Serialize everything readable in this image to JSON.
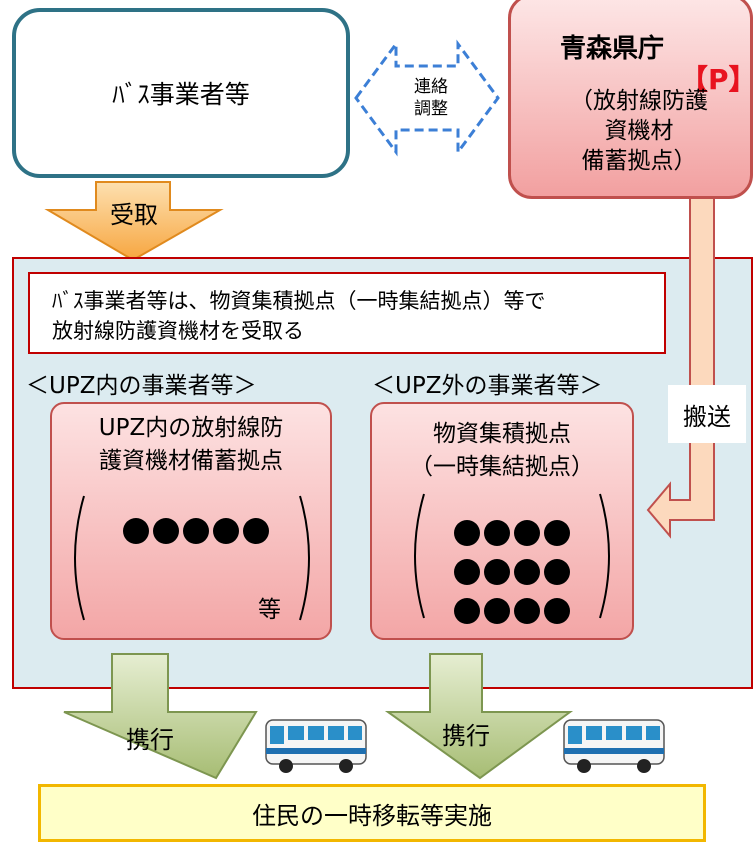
{
  "bus_operator": {
    "label": "ﾊﾞｽ事業者等"
  },
  "prefecture": {
    "title": "青森県庁",
    "badge": "【P】",
    "line1": "（放射線防護",
    "line2": "資機材",
    "line3": "備蓄拠点）"
  },
  "liaison": {
    "line1": "連絡",
    "line2": "調整"
  },
  "receive_arrow": {
    "label": "受取"
  },
  "transport_arrow": {
    "label": "搬送"
  },
  "note": {
    "line1": "ﾊﾞｽ事業者等は、物資集積拠点（一時集結拠点）等で",
    "line2": "放射線防護資機材を受取る"
  },
  "left_group": {
    "heading": "＜UPZ内の事業者等＞",
    "line1": "UPZ内の放射線防",
    "line2": "護資機材備蓄拠点",
    "suffix": "等",
    "dot_rows": [
      5
    ]
  },
  "right_group": {
    "heading": "＜UPZ外の事業者等＞",
    "line1": "物資集積拠点",
    "line2": "（一時集結拠点）",
    "dot_rows": [
      4,
      4,
      4
    ]
  },
  "accompany": {
    "left_label": "携行",
    "right_label": "携行"
  },
  "result": {
    "label": "住民の一時移転等実施"
  },
  "colors": {
    "teal_border": "#2e7286",
    "red_border": "#c00000",
    "pink": "#f3a6a6",
    "region_bg": "#dcebf0",
    "arrow_green": "#b5c987",
    "arrow_orange": "#f7b45a",
    "liaison_blue": "#3c7fd6",
    "bottom_yellow": "#ffffc8"
  }
}
